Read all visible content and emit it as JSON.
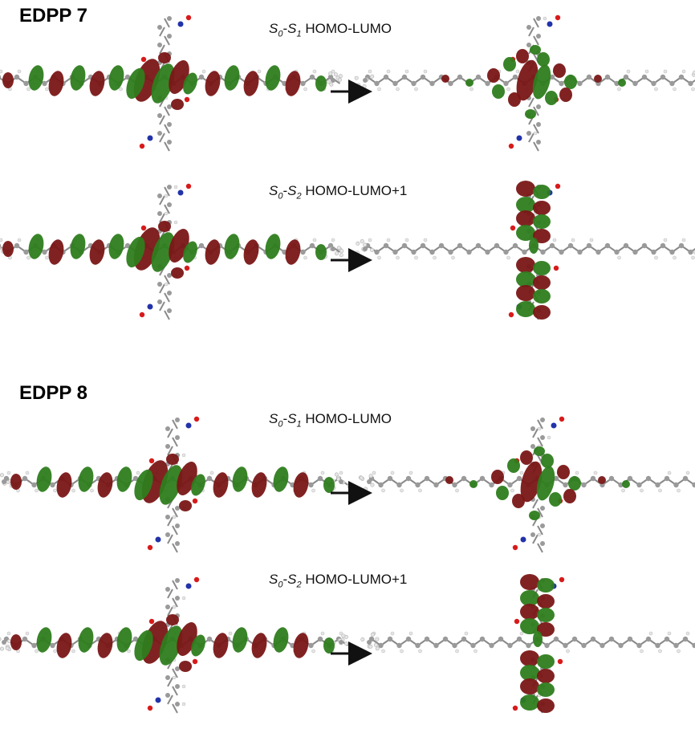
{
  "groups": [
    {
      "title": "EDPP 7",
      "transitions": [
        {
          "state_from": "S",
          "sub_from": "0",
          "state_to": "S",
          "sub_to": "1",
          "orbitals": "HOMO-LUMO",
          "lumo_type": "core"
        },
        {
          "state_from": "S",
          "sub_from": "0",
          "state_to": "S",
          "sub_to": "2",
          "orbitals": "HOMO-LUMO+1",
          "lumo_type": "vertical"
        }
      ]
    },
    {
      "title": "EDPP 8",
      "transitions": [
        {
          "state_from": "S",
          "sub_from": "0",
          "state_to": "S",
          "sub_to": "1",
          "orbitals": "HOMO-LUMO",
          "lumo_type": "core"
        },
        {
          "state_from": "S",
          "sub_from": "0",
          "state_to": "S",
          "sub_to": "2",
          "orbitals": "HOMO-LUMO+1",
          "lumo_type": "vertical"
        }
      ]
    }
  ],
  "colors": {
    "lobe_positive": "#2e7d1e",
    "lobe_negative": "#7a1616",
    "atom_carbon": "#9a9a9a",
    "atom_hydrogen": "#e6e6e6",
    "atom_oxygen": "#d81a1a",
    "atom_nitrogen": "#2233aa",
    "arrow": "#111111"
  }
}
